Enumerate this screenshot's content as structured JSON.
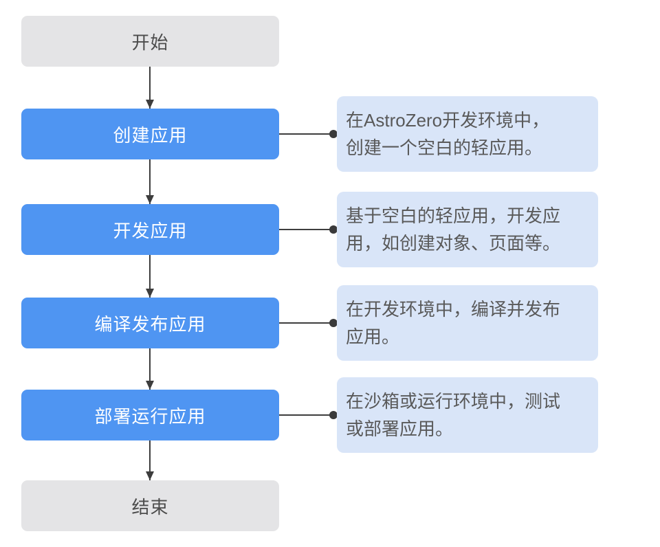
{
  "flowchart": {
    "start": {
      "label": "开始"
    },
    "steps": [
      {
        "label": "创建应用",
        "description": "在AstroZero开发环境中，创建一个空白的轻应用。"
      },
      {
        "label": "开发应用",
        "description": "基于空白的轻应用，开发应用，如创建对象、页面等。"
      },
      {
        "label": "编译发布应用",
        "description": "在开发环境中，编译并发布应用。"
      },
      {
        "label": "部署运行应用",
        "description": "在沙箱或运行环境中，测试或部署应用。"
      }
    ],
    "end": {
      "label": "结束"
    }
  },
  "colors": {
    "step_fill": "#4F95F2",
    "step_text": "#FFFFFF",
    "terminal_fill": "#E4E4E6",
    "terminal_text": "#4C4C4C",
    "description_fill": "#D9E5F8",
    "description_text": "#595959",
    "connector": "#3D3D3D",
    "background": "#FFFFFF"
  }
}
